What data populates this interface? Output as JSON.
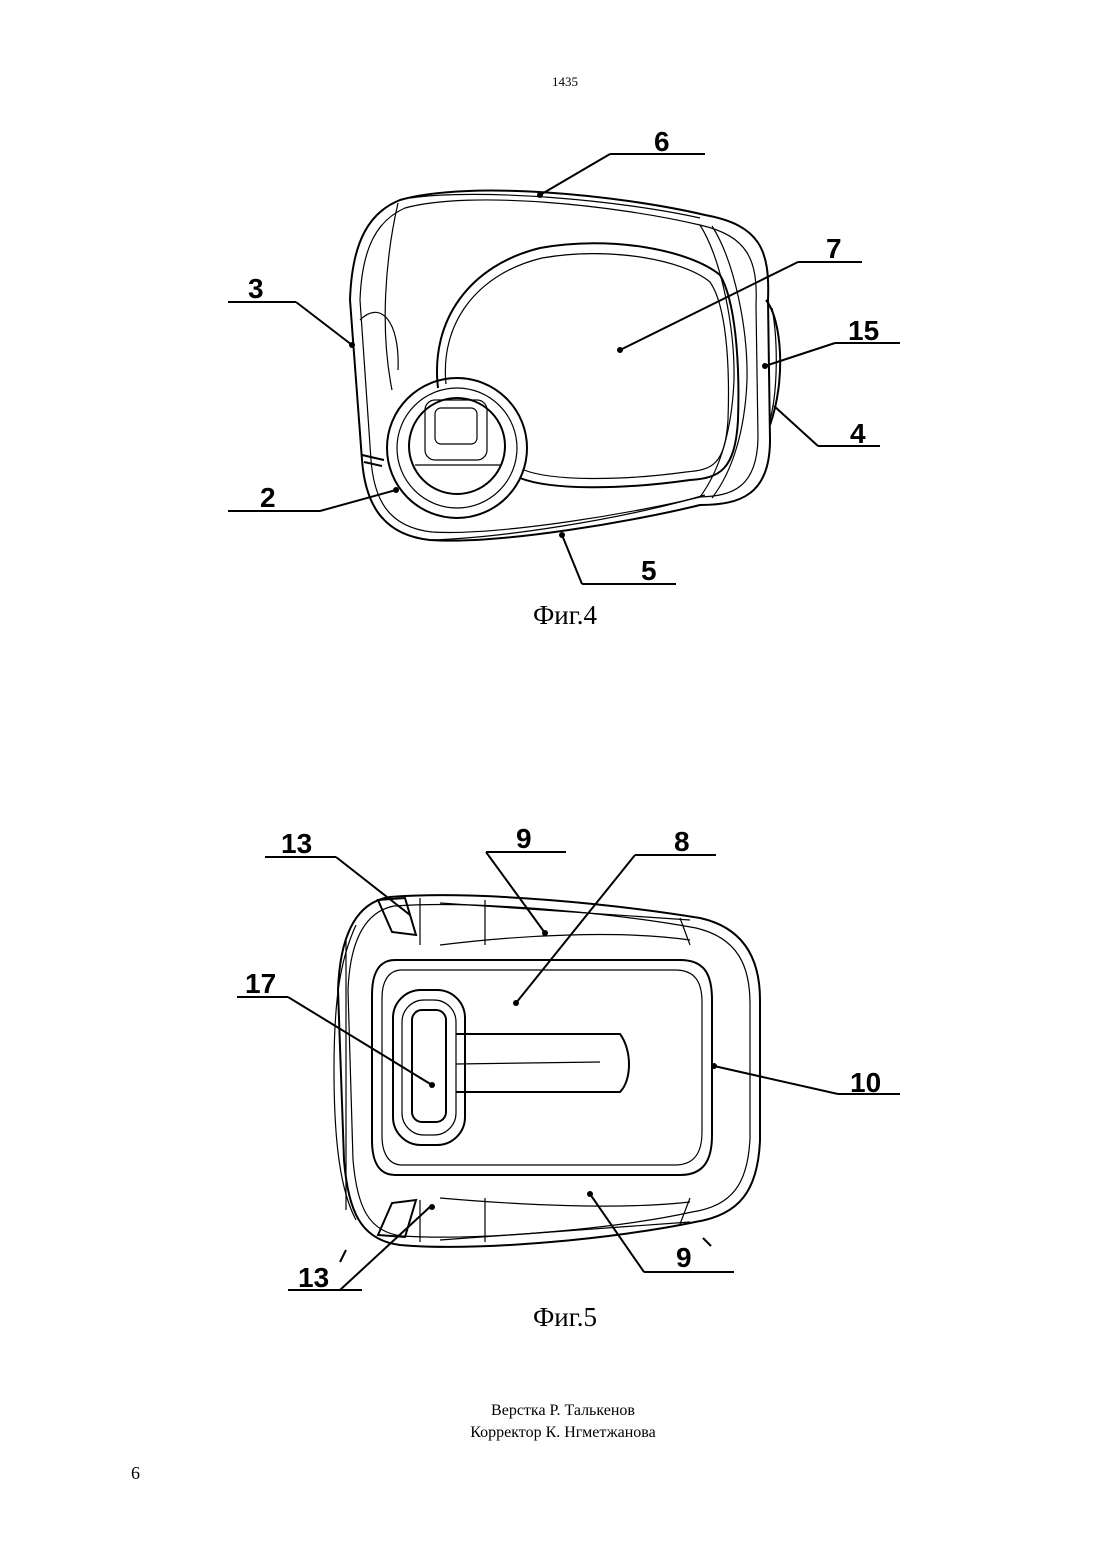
{
  "header": {
    "page_code": "1435"
  },
  "figure4": {
    "caption": "Фиг.4",
    "callouts": {
      "c6": "6",
      "c7": "7",
      "c3": "3",
      "c15": "15",
      "c4": "4",
      "c2": "2",
      "c5": "5"
    }
  },
  "figure5": {
    "caption": "Фиг.5",
    "callouts": {
      "c13": "13",
      "c9": "9",
      "c8": "8",
      "c17": "17",
      "c10": "10",
      "c9p": "9",
      "c13p": "13"
    }
  },
  "footer": {
    "credit_layout": "Верстка Р. Талькенов",
    "credit_corrector": "Корректор К. Нгметжанова",
    "page_number": "6"
  }
}
